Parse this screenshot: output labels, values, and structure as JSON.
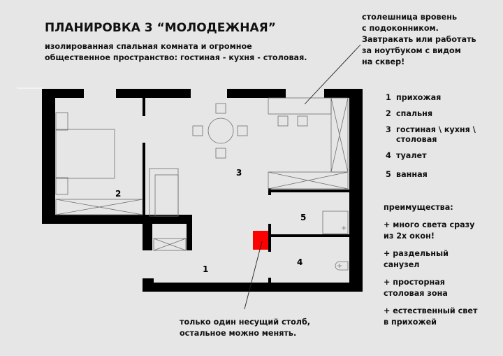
{
  "header": {
    "title": "ПЛАНИРОВКА 3 “МОЛОДЕЖНАЯ”",
    "subtitle_lines": [
      "изолированная спальная комната и огромное",
      "общественное пространство: гостиная - кухня - столовая."
    ]
  },
  "notes": {
    "countertop_lines": [
      "столешница вровень",
      "с подоконником.",
      "Завтракать или работать",
      "за ноутбуком с видом",
      "на сквер!"
    ],
    "column_lines": [
      "только один несущий столб,",
      "остальное можно менять."
    ]
  },
  "legend": [
    {
      "num": "1",
      "label": "прихожая"
    },
    {
      "num": "2",
      "label": "спальня"
    },
    {
      "num": "3",
      "label": "гостиная \\ кухня \\ столовая"
    },
    {
      "num": "4",
      "label": "туалет"
    },
    {
      "num": "5",
      "label": "ванная"
    }
  ],
  "advantages": {
    "heading": "преимущества:",
    "items": [
      [
        "+ много света сразу",
        "из 2х окон!"
      ],
      [
        "+ раздельный",
        "санузел"
      ],
      [
        "+ просторная",
        "столовая зона"
      ],
      [
        "+ естественный свет",
        "в прихожей"
      ]
    ]
  },
  "plan": {
    "room_labels": {
      "r1": "1",
      "r2": "2",
      "r3": "3",
      "r4": "4",
      "r5": "5"
    },
    "colors": {
      "wall": "#000000",
      "column": "#ff0000",
      "furniture": "#777777",
      "background": "#e6e6e6"
    }
  }
}
